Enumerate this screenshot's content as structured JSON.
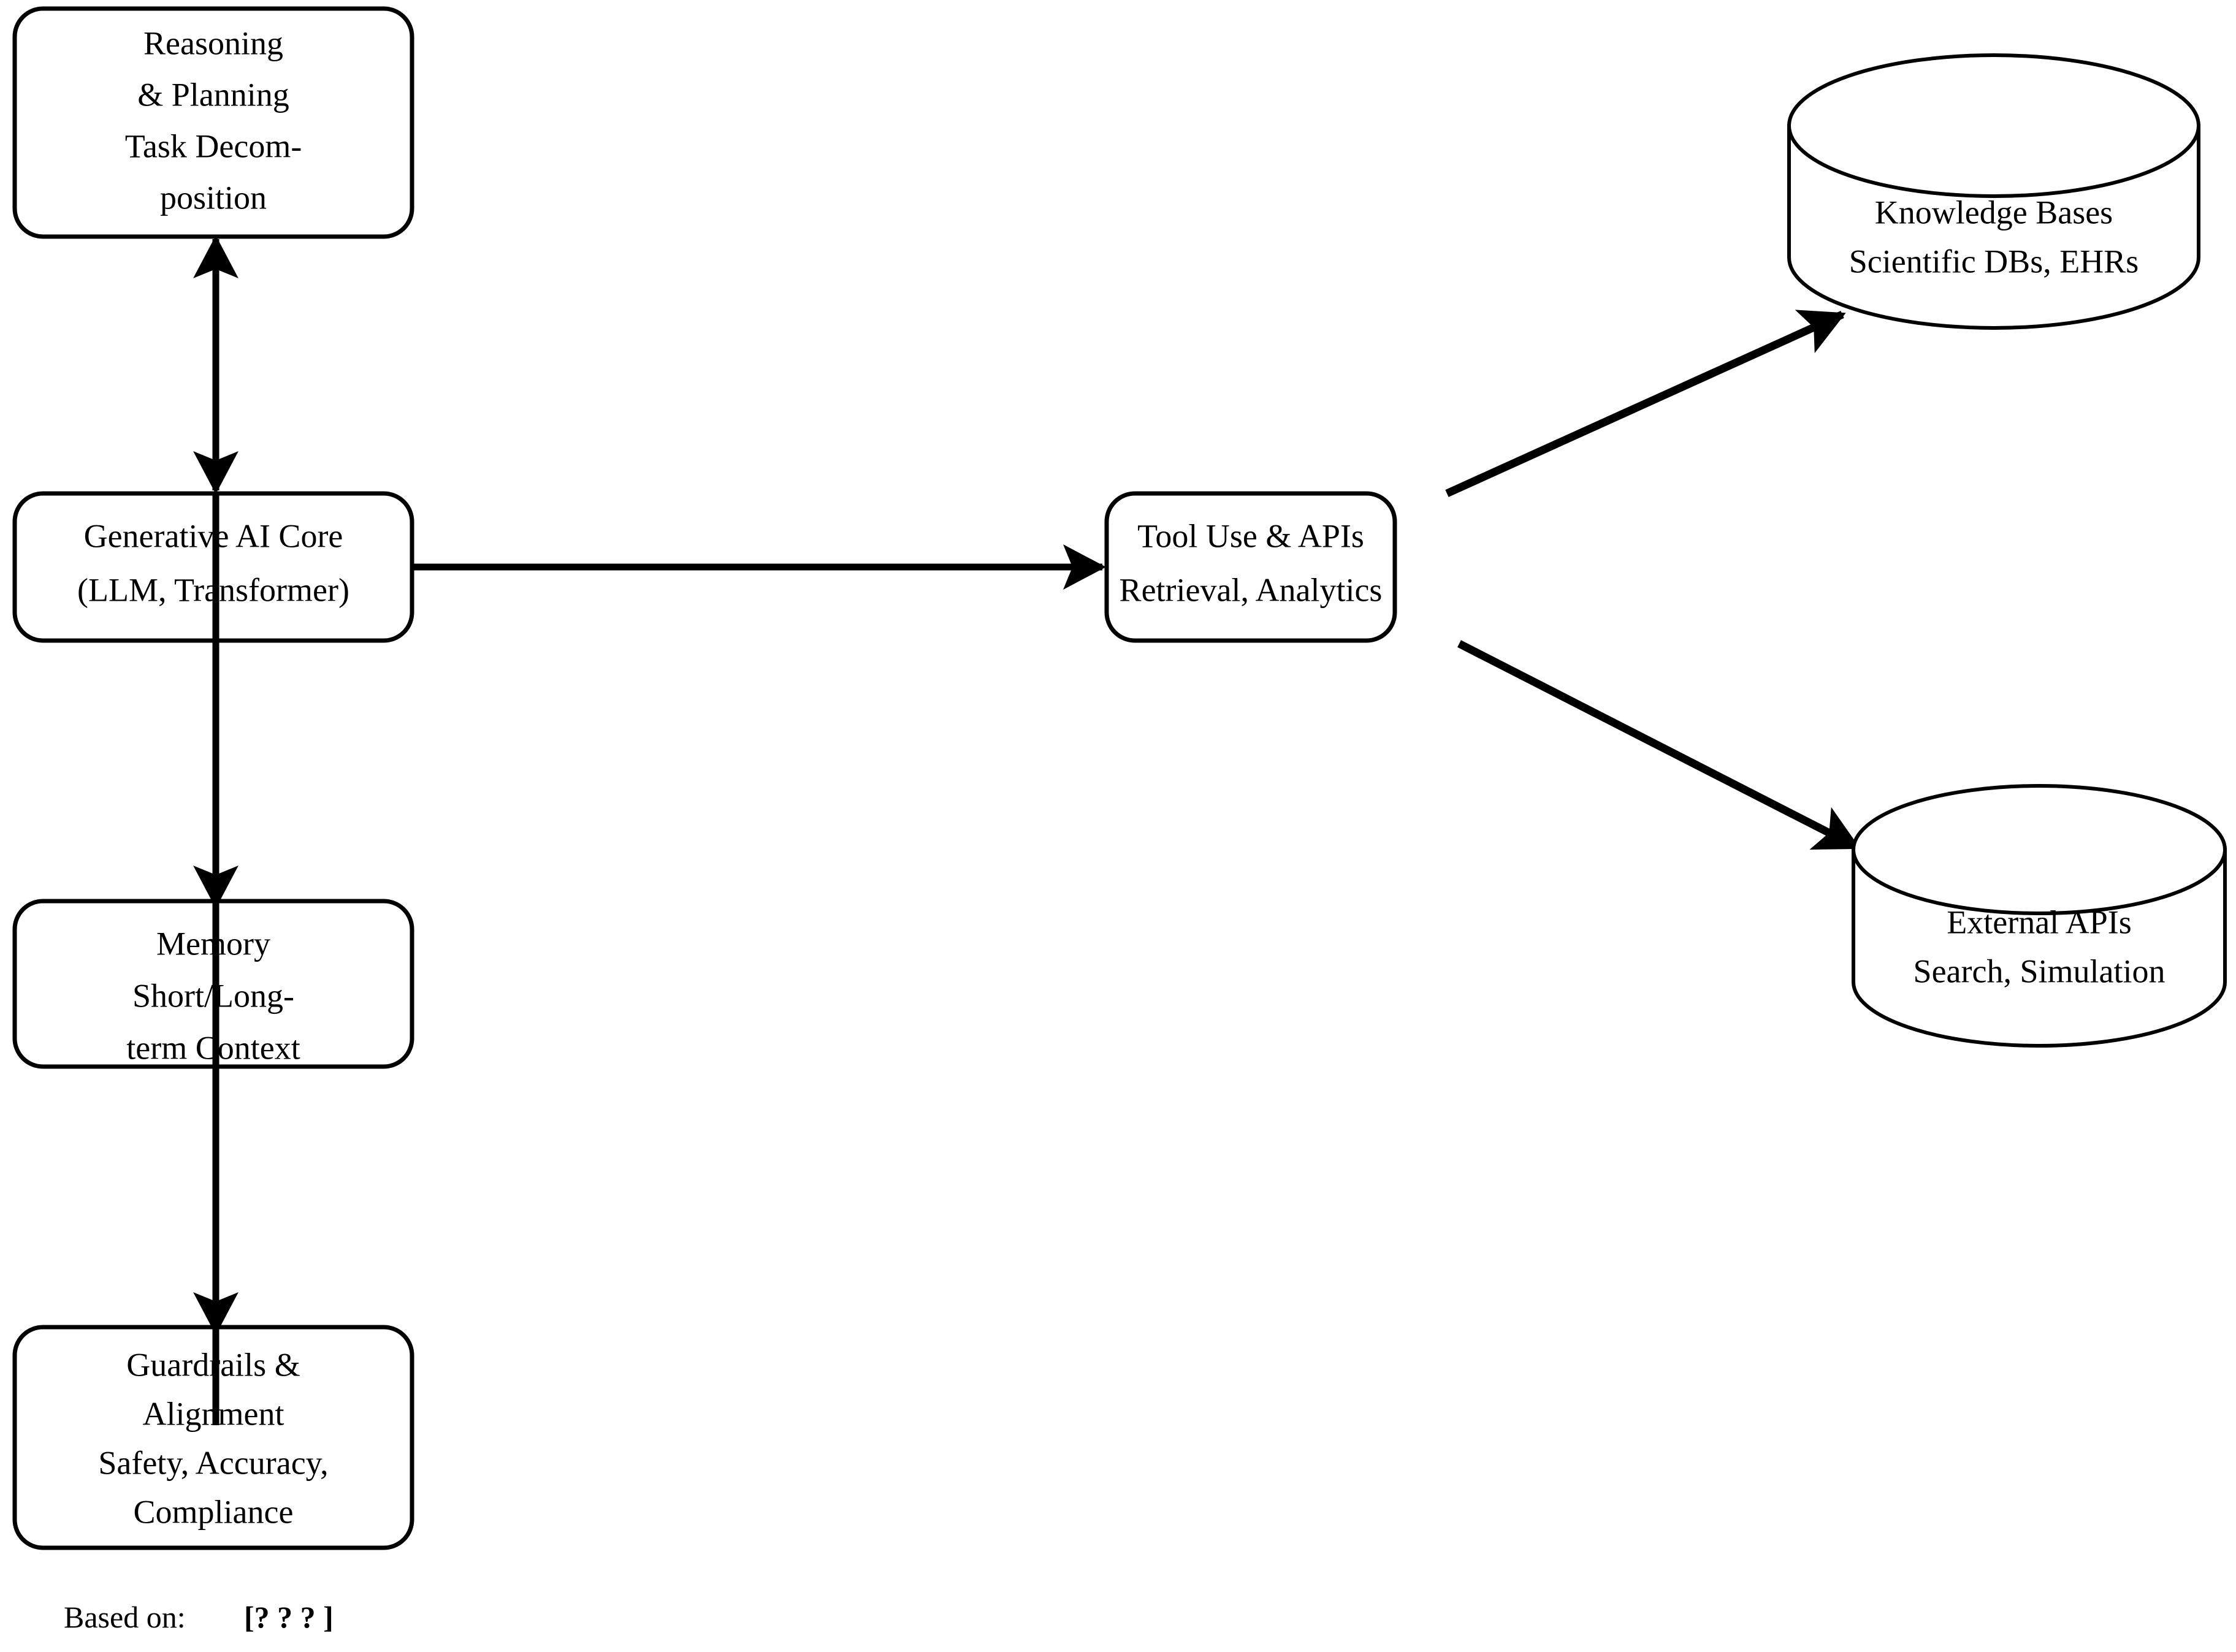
{
  "diagram": {
    "title": "Generative AI Agent Architecture",
    "background_color": "#ffffff",
    "stroke_color": "#000000",
    "nodes": {
      "reasoning": {
        "shape": "rounded-rect",
        "lines": [
          "Reasoning",
          "& Planning",
          "Task Decom-",
          "position"
        ]
      },
      "core": {
        "shape": "rounded-rect",
        "lines": [
          "Generative AI Core",
          "(LLM, Transformer)"
        ]
      },
      "memory": {
        "shape": "rounded-rect",
        "lines": [
          "Memory",
          "Short/Long-",
          "term Context"
        ]
      },
      "guardrails": {
        "shape": "rounded-rect",
        "lines": [
          "Guardrails &",
          "Alignment",
          "Safety, Accuracy,",
          "Compliance"
        ]
      },
      "tools": {
        "shape": "rounded-rect",
        "lines": [
          "Tool Use & APIs",
          "Retrieval, Analytics"
        ]
      },
      "knowledge_bases": {
        "shape": "cylinder",
        "lines": [
          "Knowledge Bases",
          "Scientific DBs, EHRs"
        ]
      },
      "external_apis": {
        "shape": "cylinder",
        "lines": [
          "External APIs",
          "Search, Simulation"
        ]
      }
    },
    "edges": [
      {
        "id": "core-reasoning",
        "from": "core",
        "to": "reasoning",
        "style": "bidirectional-vertical"
      },
      {
        "id": "core-memory",
        "from": "core",
        "to": "memory",
        "style": "arrow-down"
      },
      {
        "id": "memory-guardrails",
        "from": "memory",
        "to": "guardrails",
        "style": "arrow-down"
      },
      {
        "id": "core-tools",
        "from": "core",
        "to": "tools",
        "style": "arrow-right"
      },
      {
        "id": "tools-knowledge",
        "from": "tools",
        "to": "knowledge_bases",
        "style": "arrow-diagonal-up"
      },
      {
        "id": "tools-external",
        "from": "tools",
        "to": "external_apis",
        "style": "arrow-diagonal-down"
      }
    ],
    "caption": {
      "label": "Based on:",
      "citation": "[? ? ? ]"
    }
  }
}
